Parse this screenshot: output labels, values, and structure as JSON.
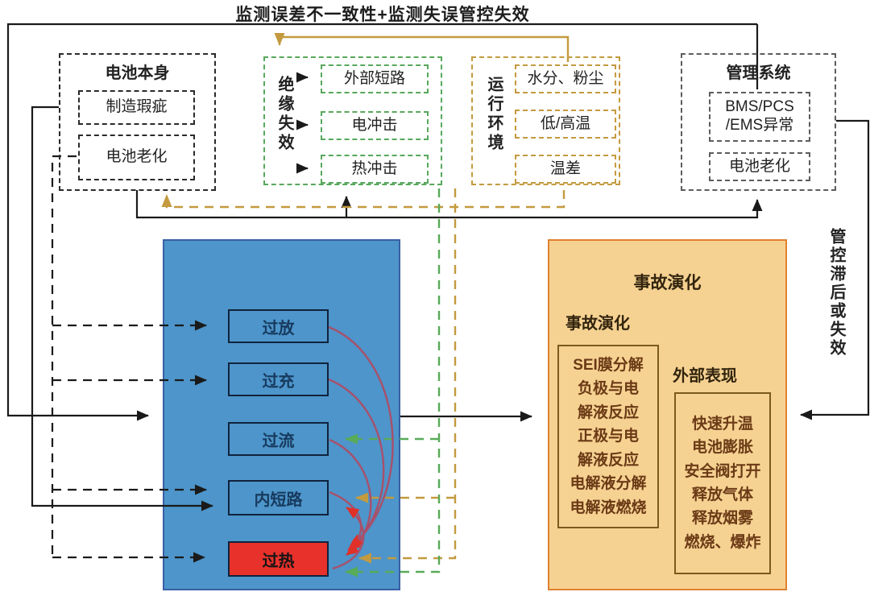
{
  "title": "监测误差不一致性+监测失误管控失效",
  "battery_self": {
    "title": "电池本身",
    "items": [
      "制造瑕疵",
      "电池老化"
    ]
  },
  "insulation": {
    "title": "绝缘失效",
    "items": [
      "外部短路",
      "电冲击",
      "热冲击"
    ]
  },
  "environment": {
    "title": "运行环境",
    "items": [
      "水分、粉尘",
      "低/高温",
      "温差"
    ]
  },
  "management": {
    "title": "管理系统",
    "item1_line1": "BMS/PCS",
    "item1_line2": "/EMS异常",
    "item2": "电池老化"
  },
  "control_lag": "管控滞后或失效",
  "abuse": {
    "items": [
      "过放",
      "过充",
      "过流",
      "内短路",
      "过热"
    ]
  },
  "evolution": {
    "panel_title": "事故演化",
    "sub_title": "事故演化",
    "external_title": "外部表现",
    "internal_lines": [
      "SEI膜分解",
      "负极与电",
      "解液反应",
      "正极与电",
      "解液反应",
      "电解液分解",
      "电解液燃烧"
    ],
    "external_lines": [
      "快速升温",
      "电池膨胀",
      "安全阀打开",
      "释放气体",
      "释放烟雾",
      "燃烧、爆炸"
    ]
  },
  "colors": {
    "blue_panel": "#4d95ca",
    "blue_panel_border": "#3b5fa6",
    "overheat_red": "#e8312b",
    "orange_panel": "#f6d292",
    "orange_border": "#e0812f",
    "green_dashed": "#57a85c",
    "tan_dashed": "#c49a3f",
    "red_curve": "#a8506b",
    "red_arrowhead": "#e03028",
    "black_line": "#1a1a1a"
  }
}
